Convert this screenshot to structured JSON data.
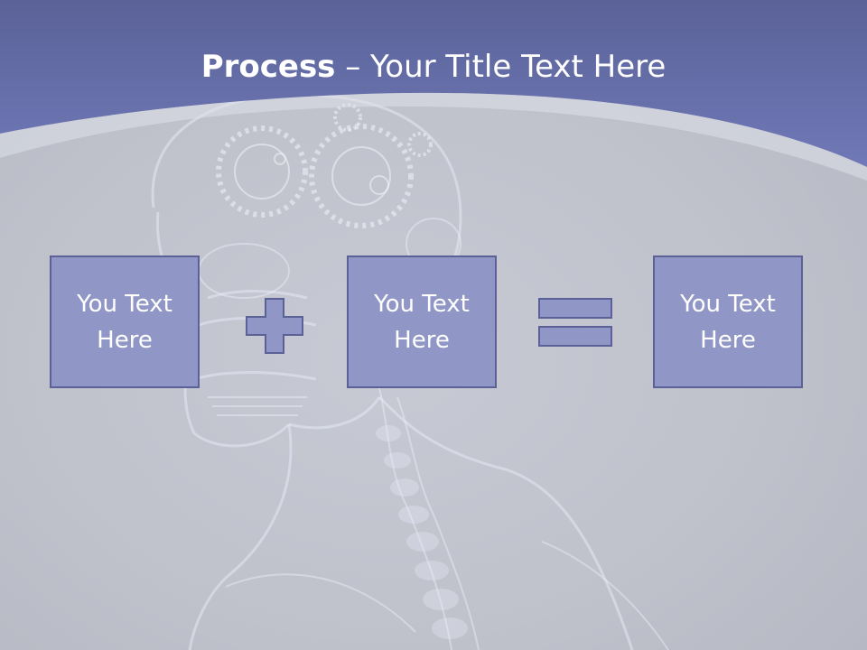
{
  "title": {
    "bold": "Process",
    "rest": " – Your Title Text Here"
  },
  "boxes": [
    {
      "text": "You Text Here"
    },
    {
      "text": "You Text Here"
    },
    {
      "text": "You Text Here"
    }
  ],
  "operators": {
    "plus": "plus-sign",
    "equals": "equals-sign"
  },
  "colors": {
    "header": "#6c74b3",
    "box_fill": "#9096c5",
    "box_border": "#5b6197",
    "background": "#c1c3cd"
  }
}
